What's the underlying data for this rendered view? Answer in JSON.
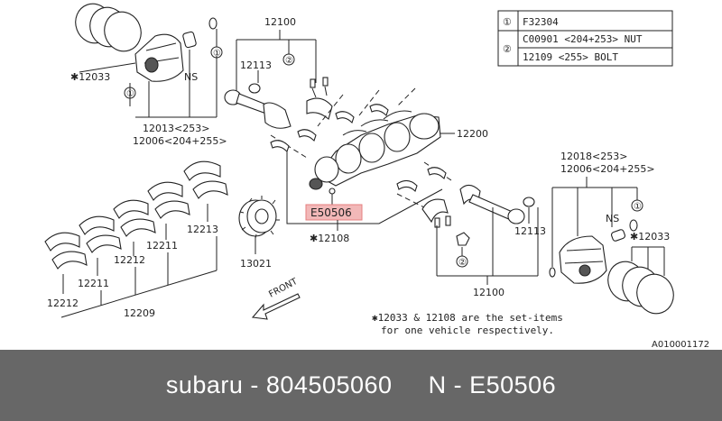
{
  "diagram": {
    "legend": {
      "row1_num": "①",
      "row1_text": "F32304",
      "row2_num": "②",
      "row2a_text": "C00901 <204+253> NUT",
      "row2b_text": "12109  <255> BOLT"
    },
    "labels": {
      "p12100_top": "12100",
      "p12113_top": "12113",
      "p12033_left": "✱12033",
      "ns_left": "NS",
      "p12013": "12013<253>",
      "p12006_left": "12006<204+255>",
      "p12200": "12200",
      "p12018": "12018<253>",
      "p12006_right": "12006<204+255>",
      "ns_right": "NS",
      "p12033_right": "✱12033",
      "highlight_part": "E50506",
      "p12108": "✱12108",
      "p12113_right": "12113",
      "p12213": "12213",
      "p12211_a": "12211",
      "p12212_a": "12212",
      "p12211_b": "12211",
      "p12212_b": "12212",
      "p12209": "12209",
      "p13021": "13021",
      "p12100_bottom": "12100",
      "front": "FRONT",
      "circ1": "①",
      "circ2": "②",
      "circ1b": "①",
      "circ2b": "②",
      "circ1c": "①"
    },
    "note_line1": "✱12033 & 12108 are the set-items",
    "note_line2": "for one vehicle respectively.",
    "figure_id": "A010001172"
  },
  "footer": {
    "brand": "subaru",
    "sep1": " - ",
    "part_number": "804505060",
    "gap": "     ",
    "n_label": "N",
    "sep2": " - ",
    "n_code": "E50506"
  },
  "colors": {
    "footer_bg": "#676767",
    "footer_text": "#ffffff",
    "highlight": "#f2b8b8"
  }
}
